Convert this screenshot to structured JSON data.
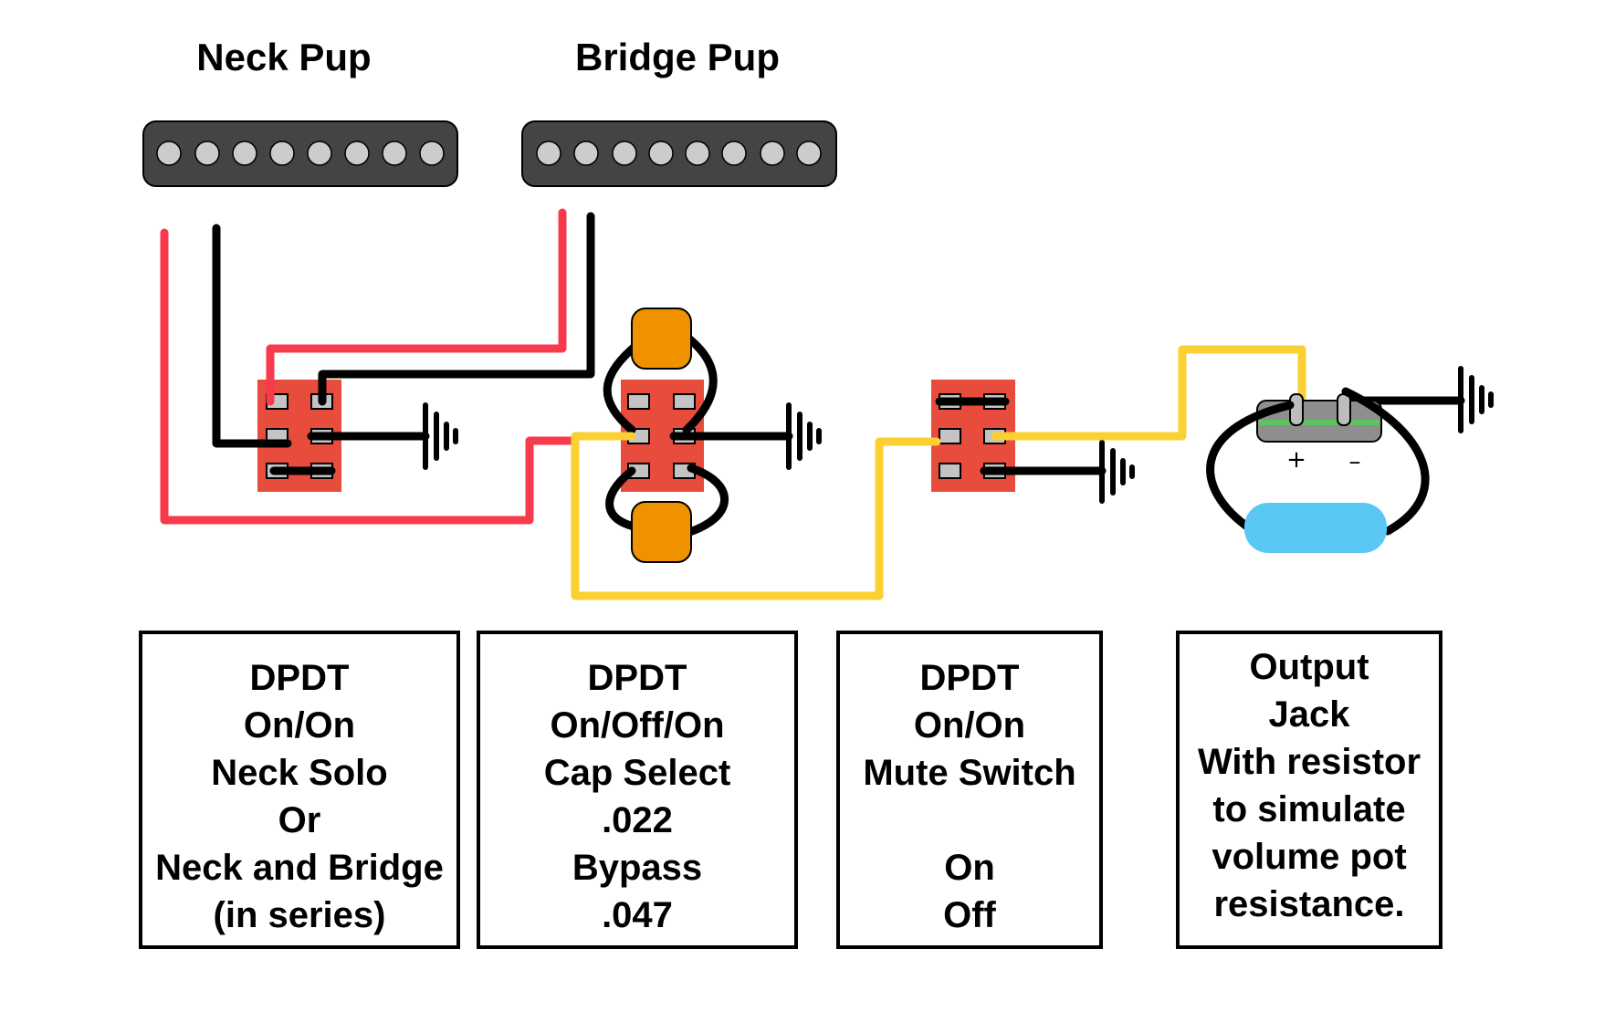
{
  "pickups": {
    "neck": {
      "label": "Neck Pup"
    },
    "bridge": {
      "label": "Bridge Pup"
    }
  },
  "jack": {
    "plus": "+",
    "minus": "–"
  },
  "boxes": [
    {
      "lines": [
        "DPDT",
        "On/On",
        "Neck Solo",
        "Or",
        "Neck and Bridge",
        "(in series)"
      ]
    },
    {
      "lines": [
        "DPDT",
        "On/Off/On",
        "Cap Select",
        ".022",
        "Bypass",
        ".047"
      ]
    },
    {
      "lines": [
        "DPDT",
        "On/On",
        "Mute Switch",
        "",
        "On",
        "Off"
      ]
    },
    {
      "lines": [
        "Output",
        "Jack",
        "With resistor",
        "to simulate",
        "volume pot",
        "resistance."
      ]
    }
  ],
  "colors": {
    "background": "#ffffff",
    "pickup_body": "#444444",
    "pole": "#cccccc",
    "switch_body": "#e84c3d",
    "lug": "#c4c4c4",
    "wire_hot": "#f83a4d",
    "wire_ground": "#000000",
    "wire_signal": "#fbd033",
    "capacitor": "#f09200",
    "resistor": "#5ac8f5",
    "jack_green": "#5dc45d",
    "jack_body": "#8e8e8e"
  }
}
